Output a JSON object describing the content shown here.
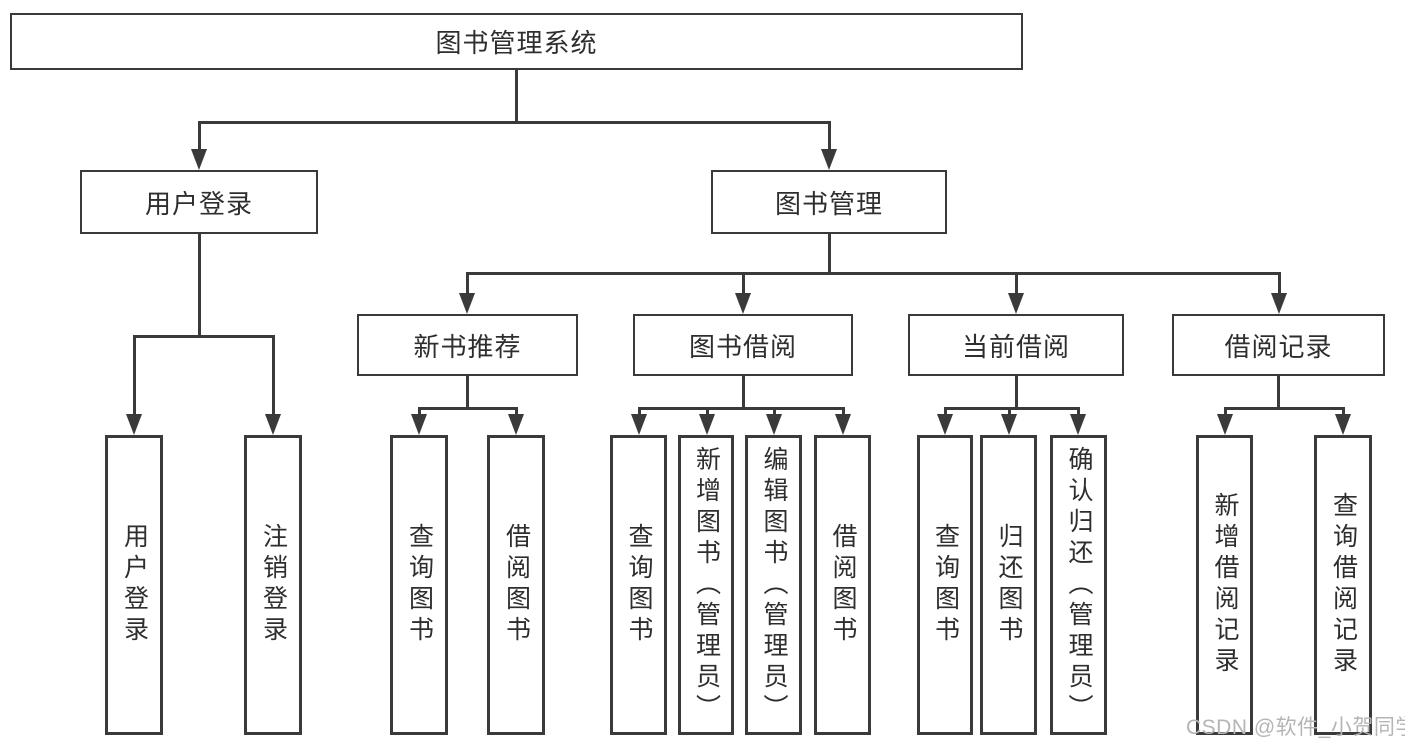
{
  "colors": {
    "line": "#3a3a3a",
    "text": "#2e2e2e",
    "background": "#ffffff",
    "watermark": "#b5b5b5",
    "box_background": "#ffffff"
  },
  "watermark": {
    "text": "CSDN @软件_小贺同学"
  },
  "tree": {
    "root": {
      "label": "图书管理系统"
    },
    "branches": [
      {
        "label": "用户登录",
        "children": [
          {
            "label": "用户登录"
          },
          {
            "label": "注销登录"
          }
        ]
      },
      {
        "label": "图书管理",
        "children": [
          {
            "label": "新书推荐",
            "children": [
              {
                "label": "查询图书"
              },
              {
                "label": "借阅图书"
              }
            ]
          },
          {
            "label": "图书借阅",
            "children": [
              {
                "label": "查询图书"
              },
              {
                "label": "新增图书（管理员）"
              },
              {
                "label": "编辑图书（管理员）"
              },
              {
                "label": "借阅图书"
              }
            ]
          },
          {
            "label": "当前借阅",
            "children": [
              {
                "label": "查询图书"
              },
              {
                "label": "归还图书"
              },
              {
                "label": "确认归还（管理员）"
              }
            ]
          },
          {
            "label": "借阅记录",
            "children": [
              {
                "label": "新增借阅记录"
              },
              {
                "label": "查询借阅记录"
              }
            ]
          }
        ]
      }
    ]
  }
}
